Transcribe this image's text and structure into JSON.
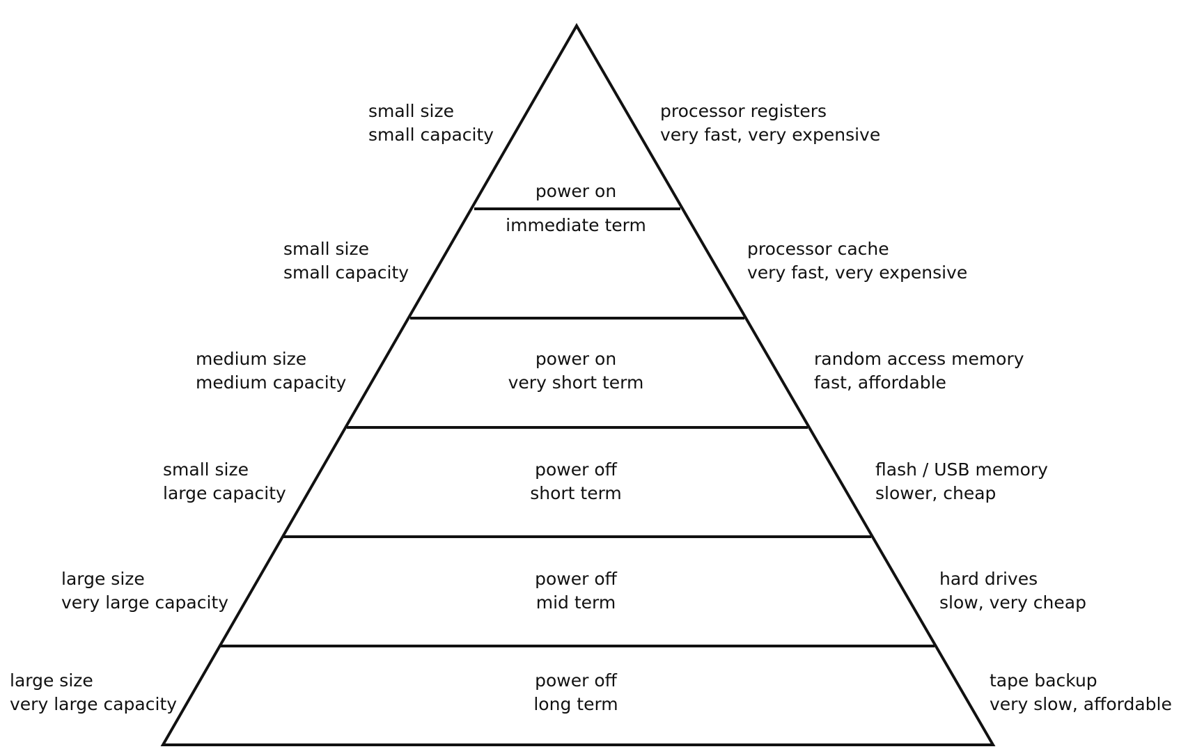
{
  "colors": {
    "line": "#111111",
    "text": "#111111",
    "background": "#ffffff"
  },
  "tiers": [
    {
      "left": [
        "small size",
        "small capacity"
      ],
      "right": [
        "processor registers",
        "very fast, very expensive"
      ],
      "center": [
        "power on",
        "immediate term"
      ]
    },
    {
      "left": [
        "small size",
        "small capacity"
      ],
      "right": [
        "processor cache",
        "very fast, very expensive"
      ],
      "center": []
    },
    {
      "left": [
        "medium size",
        "medium capacity"
      ],
      "right": [
        "random access memory",
        "fast, affordable"
      ],
      "center": [
        "power on",
        "very short term"
      ]
    },
    {
      "left": [
        "small size",
        "large capacity"
      ],
      "right": [
        "flash / USB memory",
        "slower, cheap"
      ],
      "center": [
        "power off",
        "short term"
      ]
    },
    {
      "left": [
        "large size",
        "very large capacity"
      ],
      "right": [
        "hard drives",
        "slow, very cheap"
      ],
      "center": [
        "power off",
        "mid term"
      ]
    },
    {
      "left": [
        "large size",
        "very large capacity"
      ],
      "right": [
        "tape backup",
        "very slow, affordable"
      ],
      "center": [
        "power off",
        "long term"
      ]
    }
  ]
}
